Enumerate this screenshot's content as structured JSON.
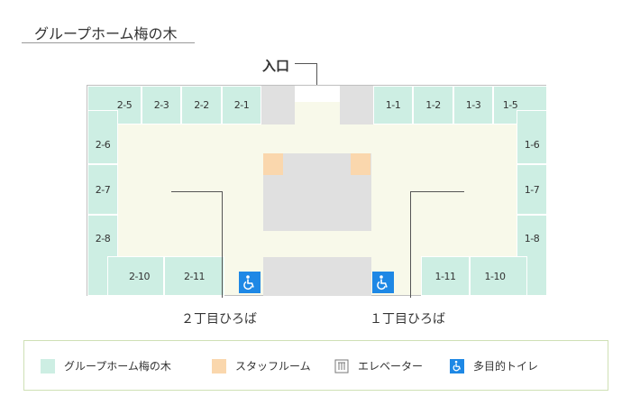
{
  "title": "グループホーム梅の木",
  "entrance_label": "入口",
  "rooms_top_left": [
    "2-5",
    "2-3",
    "2-2",
    "2-1"
  ],
  "rooms_top_right": [
    "1-1",
    "1-2",
    "1-3",
    "1-5"
  ],
  "rooms_left": [
    "2-6",
    "2-7",
    "2-8"
  ],
  "rooms_right": [
    "1-6",
    "1-7",
    "1-8"
  ],
  "rooms_bottom_left": [
    "2-10",
    "2-11"
  ],
  "rooms_bottom_right": [
    "1-11",
    "1-10"
  ],
  "plaza_2": "２丁目ひろば",
  "plaza_1": "１丁目ひろば",
  "legend": {
    "group_home": "グループホーム梅の木",
    "staff_room": "スタッフルーム",
    "elevator": "エレベーター",
    "toilet": "多目的トイレ"
  },
  "colors": {
    "room": "#cdeee3",
    "common": "#f8f9ea",
    "staff": "#fad7ad",
    "core": "#e0e0e0",
    "toilet": "#1e88e5",
    "legend_border": "#cfe0b5"
  },
  "icons": [
    "wheelchair-icon",
    "elevator-icon"
  ]
}
